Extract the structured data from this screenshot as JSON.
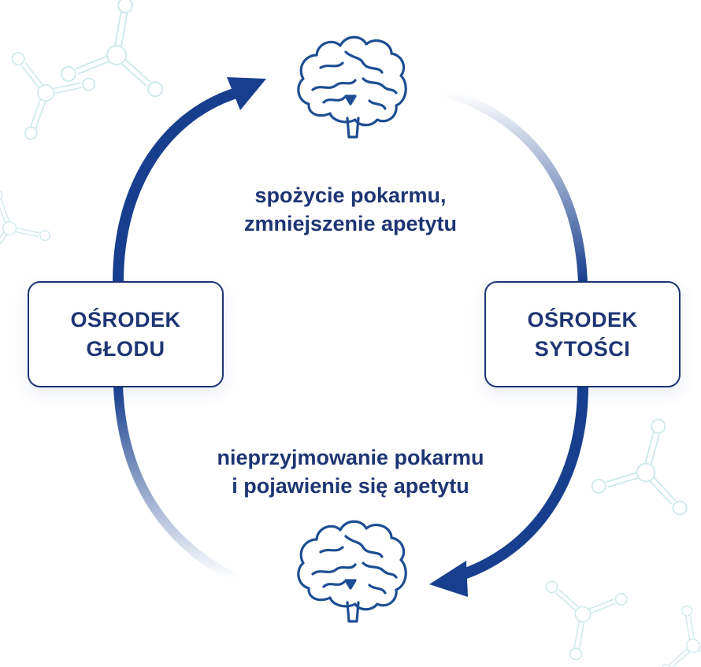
{
  "colors": {
    "navy": "#1d3573",
    "arrow": "#173f8e",
    "brain": "#1d4e93",
    "pattern": "#cfe9ec"
  },
  "icons": {
    "top": "brain-icon",
    "bottom": "brain-icon"
  },
  "nodes": {
    "hunger_center": {
      "line1": "OŚRODEK",
      "line2": "GŁODU"
    },
    "satiety_center": {
      "line1": "OŚRODEK",
      "line2": "SYTOŚCI"
    }
  },
  "labels": {
    "top": {
      "line1": "spożycie pokarmu,",
      "line2": "zmniejszenie apetytu"
    },
    "bottom": {
      "line1": "nieprzyjmowanie pokarmu",
      "line2": "i pojawienie się apetytu"
    }
  }
}
